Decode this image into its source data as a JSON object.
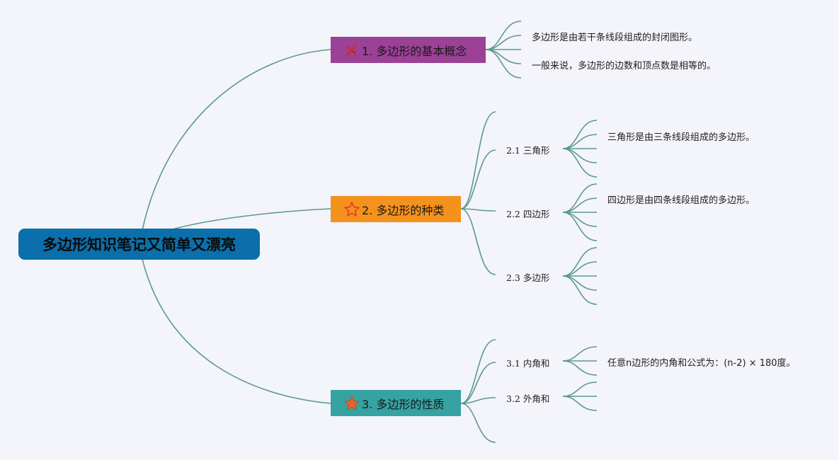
{
  "root": {
    "title": "多边形知识笔记又简单又漂亮"
  },
  "colors": {
    "root": "#0a6faa",
    "branch1": "#9b4196",
    "branch2": "#f5921e",
    "branch3": "#36a2a2",
    "line": "#5b9a8c",
    "background": "#f4f4fb"
  },
  "branches": [
    {
      "label": "1. 多边形的基本概念",
      "icon": "pencil-ruler-icon",
      "notes": [
        "多边形是由若干条线段组成的封闭图形。",
        "一般来说，多边形的边数和顶点数是相等的。"
      ]
    },
    {
      "label": "2. 多边形的种类",
      "icon": "star-outline-icon",
      "subs": [
        {
          "label": "2.1 三角形",
          "notes": [
            "三角形是由三条线段组成的多边形。"
          ]
        },
        {
          "label": "2.2 四边形",
          "notes": [
            "四边形是由四条线段组成的多边形。"
          ]
        },
        {
          "label": "2.3 多边形",
          "notes": []
        }
      ]
    },
    {
      "label": "3. 多边形的性质",
      "icon": "star-filled-icon",
      "subs": [
        {
          "label": "3.1 内角和",
          "notes": [
            "任意n边形的内角和公式为：(n-2) × 180度。"
          ]
        },
        {
          "label": "3.2 外角和",
          "notes": []
        }
      ]
    }
  ]
}
